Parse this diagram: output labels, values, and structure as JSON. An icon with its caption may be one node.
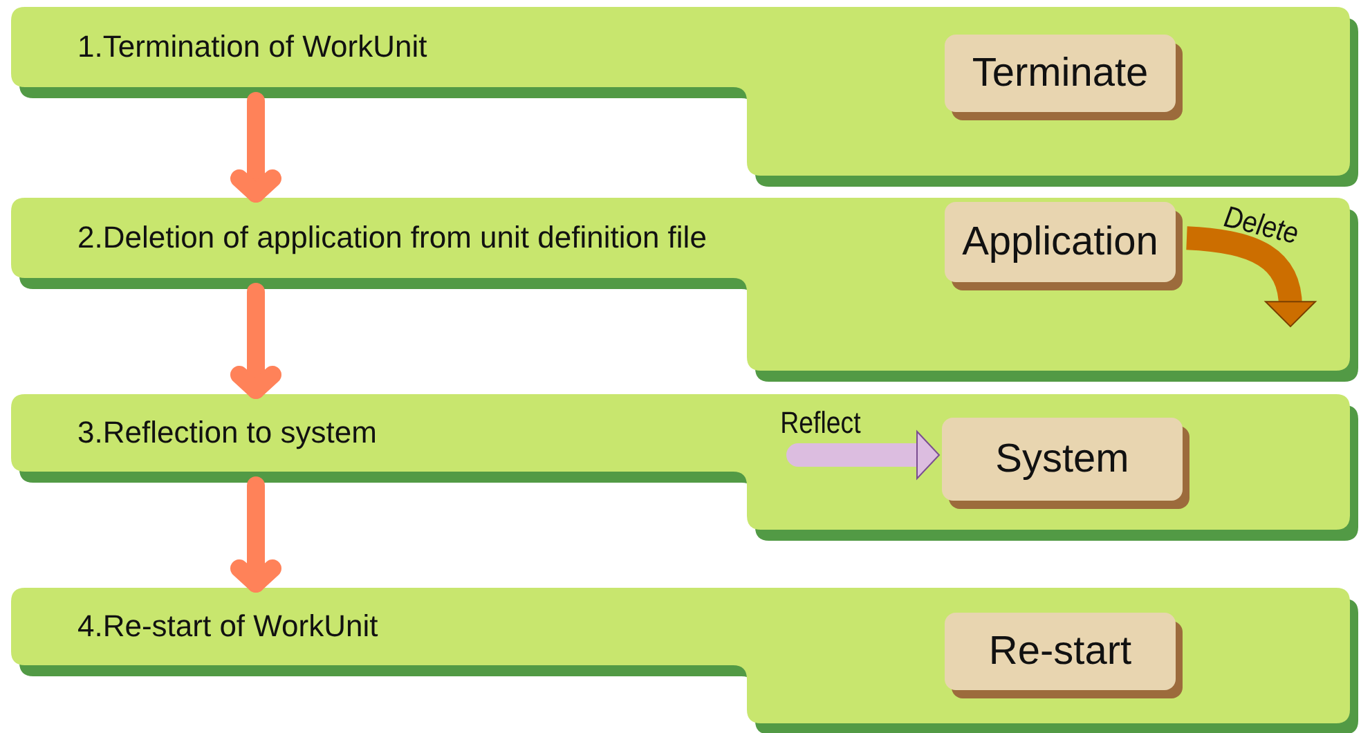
{
  "diagram": {
    "nodes": [
      {
        "text": [
          "1.Termination of WorkUnit"
        ]
      },
      {
        "text": [
          "Terminate"
        ],
        "in": 0
      },
      {
        "text": [
          "2.Deletion of application from unit definition file"
        ]
      },
      {
        "text": [
          "Application"
        ],
        "in": 2
      },
      {
        "text": [
          "3.Reflection to system"
        ]
      },
      {
        "text": [
          "System"
        ],
        "in": 4
      },
      {
        "text": [
          "4.Re-start of WorkUnit"
        ]
      },
      {
        "text": [
          "Re-start"
        ],
        "in": 6
      }
    ],
    "edges": [
      {
        "from": 0,
        "to": 2,
        "arrow": "to"
      },
      {
        "from": 2,
        "to": 4,
        "arrow": "to"
      },
      {
        "from": 4,
        "to": 6,
        "arrow": "to"
      },
      {
        "from": 3,
        "to": null,
        "arrow": "to",
        "label": "Delete",
        "color": "#cc6e00"
      },
      {
        "from": null,
        "to": 5,
        "arrow": "to",
        "label": "Reflect",
        "color": "#dcbde0"
      }
    ]
  }
}
